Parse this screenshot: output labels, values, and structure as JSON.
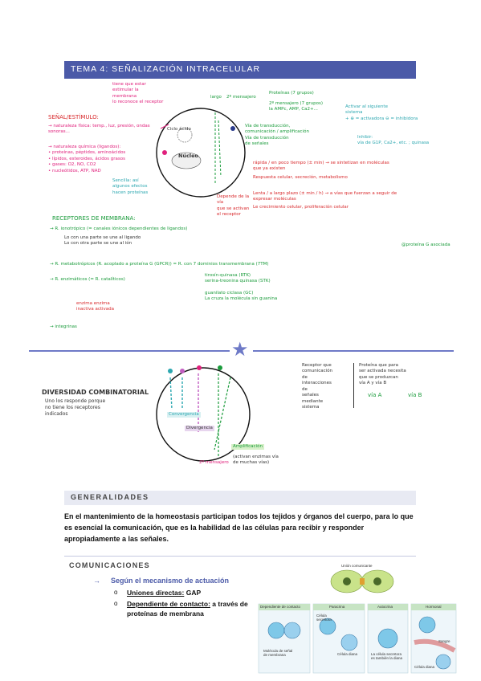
{
  "header": {
    "title": "TEMA 4: SEÑALIZACIÓN INTRACELULAR"
  },
  "notes_top": {
    "estimulo_title": "SEÑAL/ESTÍMULO:",
    "estimulo_1": "→ naturaleza física: temp., luz, presión, ondas sonoras...",
    "estimulo_2": "→ naturaleza química (ligandos):\n• proteínas, péptidos, aminoácidos\n• lípidos, esteroides, ácidos grasos\n• gases: O2, NO, CO2\n• nucleótidos, ATP, NAD",
    "tiene_que": "tiene que estar\nestimular la\nmembrana\nlo reconoce el receptor",
    "largo": "largo",
    "segundo_mensajero": "2º mensajero",
    "proteinas_g": "Proteínas (7 grupos)",
    "segundo_mensajero_2": "2º mensajero (7 grupos)\nla AMPc, AMP, Ca2+...",
    "ciclo_acido": "Ciclo ácido",
    "nucleo": "Núcleo",
    "via_transduccion": "Vía de transducción,\ncomunicación / amplificación\nVía de transducción\nde señales",
    "activar_cascada": "Activar al siguiente\nsistema\n+ ⊕ = activadora   ⊖ = inhibidora",
    "inhibir": "Inhibir:\nvía de G1P, Ca2+, etc. ; quinasa",
    "rapida": "rápida / en poco tiempo (± min) → se sintetizan en moléculas\nque ya existen",
    "respuesta_celular": "Respuesta celular, secreción, metabolismo",
    "lenta": "Lenta / a largo plazo (± min / h) → a vías que fuerzan a seguir de\nexpresar moléculas",
    "crecimiento": "Le crecimiento celular, proliferación celular",
    "depende": "Depende de la vía\nque se activan\nel receptor",
    "sencilla": "Sencilla: así\nalgunos efectos\nhacen proteínas"
  },
  "receptors": {
    "title": "RECEPTORES DE MEMBRANA:",
    "r1": "→ R. ionotrópico (= canales iónicos dependientes de ligandos)",
    "r1b": "Lo con una parte se une al ligando\nLo con otra parte se une al ión",
    "r2": "→ R. metabotrópicos (R. acoplado a proteína G (GPCR)) = R. con 7 dominios transmembrana (7TM)",
    "r3": "→ R. enzimáticos (= R. catalíticos)",
    "r3a": "tirosín-quinasa (RTK)\nserina-treonina quinasa (STK)",
    "r3b": "guanilato ciclasa (GC)\nLa cruza la molécula sin guanina",
    "r4": "→ integrinas",
    "enzima": "enzima      enzima\ninactiva    activada",
    "proteina_g": "@proteína G asociada"
  },
  "middle": {
    "diversidad": "DIVERSIDAD COMBINATORIAL",
    "diversidad_note": "Uno los responde porque\nno tiene los receptores\nindicados",
    "convergencia": "Convergencia",
    "divergencia": "Divergencia",
    "segundo_mens": "2º mensajero",
    "amplificacion": "Amplificación",
    "amplif_note": "(activan enzimas vía\nde muchas vías)",
    "receptor_note": "Receptor que\ncomunicación\nde\ninteracciones\nde\nseñales\nmediante\nsistema",
    "proteina_note": "Proteína que para\nser activada necesita\nque se produzcan\nvía A y vía B",
    "via_a": "vía A",
    "via_b": "vía B"
  },
  "generalidades": {
    "title": "GENERALIDADES",
    "text": "En el mantenimiento de la homeostasis participan todos los tejidos y órganos del cuerpo, para lo que es esencial la comunicación, que es la habilidad de las células para recibir y responder apropiadamente a las señales."
  },
  "comunicaciones": {
    "title": "COMUNICACIONES",
    "arrow": "→",
    "head": "Según el mecanismo de actuación",
    "item1_label": "Uniones directas:",
    "item1_value": "GAP",
    "item2_label": "Dependiente de contacto:",
    "item2_value": "a través de proteínas de membrana"
  },
  "figure": {
    "union": "Unión comunicante",
    "dependiente": "Dependiente de contacto",
    "paracrina": "Paracrina",
    "autocrina": "Autocrina",
    "hormonal": "Hormonal",
    "molecula": "Molécula de señal\nde membrana",
    "celula_diana": "Célula diana",
    "celula_secretora": "Célula\nsecretora",
    "receptores": "La célula secretora\nes también la diana",
    "sangre": "Sangre",
    "celula_diana2": "Célula diana"
  },
  "colors": {
    "accent": "#4b5aa8",
    "pink": "#e0207c",
    "green": "#1a9b3b",
    "red": "#d8282b"
  }
}
